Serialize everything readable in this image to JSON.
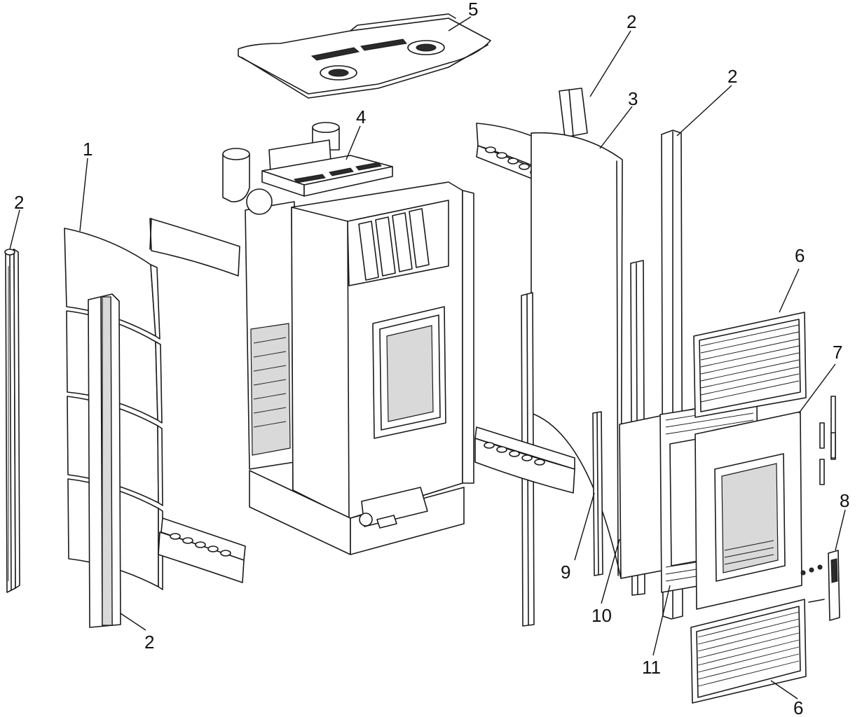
{
  "diagram": {
    "callouts": [
      {
        "id": "c2-left",
        "label": "2"
      },
      {
        "id": "c1",
        "label": "1"
      },
      {
        "id": "c2-col-bottom",
        "label": "2"
      },
      {
        "id": "c5",
        "label": "5"
      },
      {
        "id": "c4",
        "label": "4"
      },
      {
        "id": "c2-top-mid",
        "label": "2"
      },
      {
        "id": "c3",
        "label": "3"
      },
      {
        "id": "c2-top-right",
        "label": "2"
      },
      {
        "id": "c6-top",
        "label": "6"
      },
      {
        "id": "c7",
        "label": "7"
      },
      {
        "id": "c8",
        "label": "8"
      },
      {
        "id": "c9",
        "label": "9"
      },
      {
        "id": "c10",
        "label": "10"
      },
      {
        "id": "c11",
        "label": "11"
      },
      {
        "id": "c6-bottom",
        "label": "6"
      }
    ]
  }
}
